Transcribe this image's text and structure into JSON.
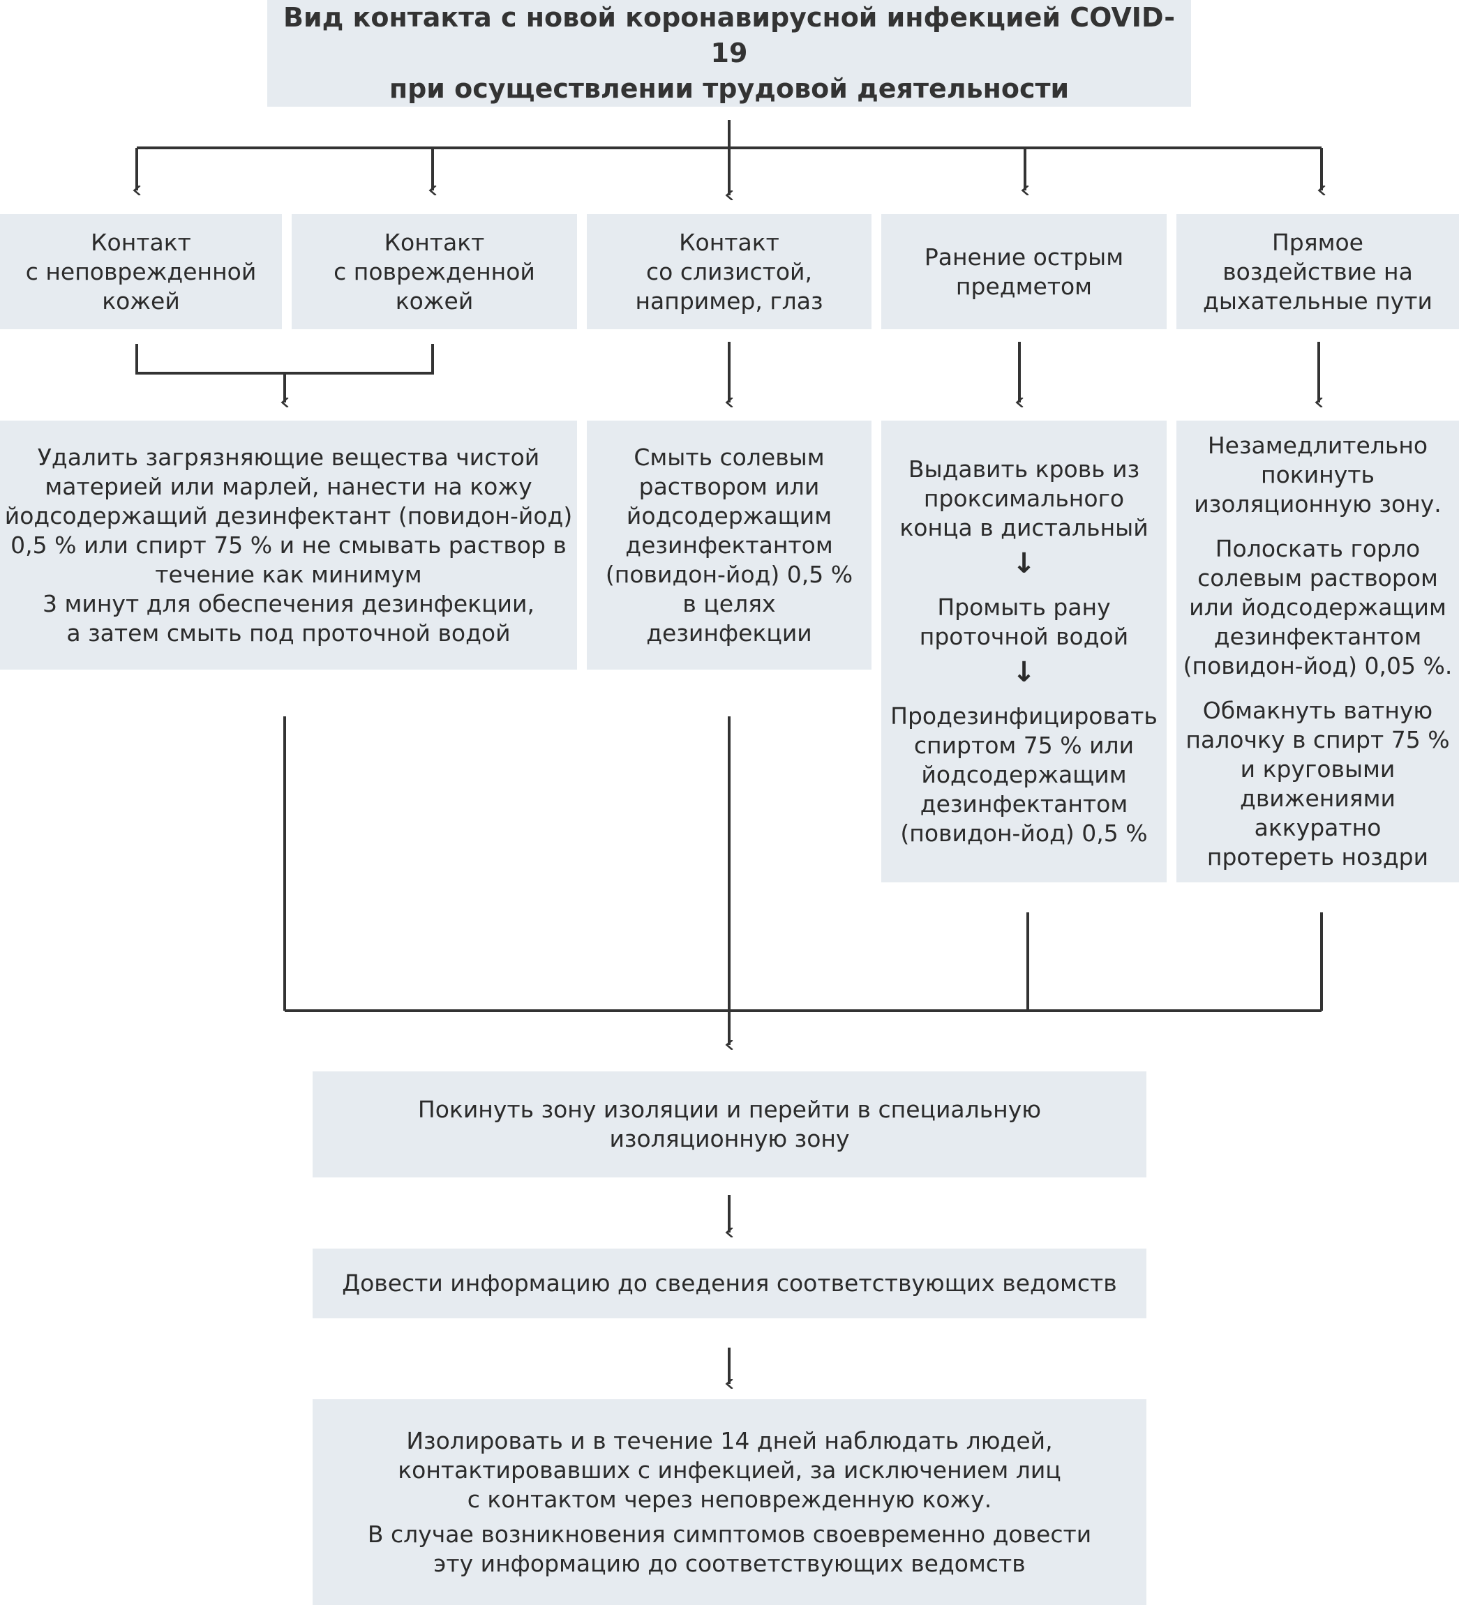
{
  "title": "Вид контакта с новой коронавирусной инфекцией COVID-19\nпри осуществлении трудовой деятельности",
  "contacts": [
    "Контакт\nс неповрежденной\nкожей",
    "Контакт\nс поврежденной\nкожей",
    "Контакт\nсо слизистой,\nнапример, глаз",
    "Ранение острым\nпредметом",
    "Прямое\nвоздействие на\nдыхательные пути"
  ],
  "actions": {
    "skin": "Удалить загрязняющие вещества чистой\nматерией или марлей, нанести на кожу\nйодсодержащий дезинфектант (повидон-йод)\n0,5 % или спирт 75 % и не смывать раствор в\nтечение как минимум\n3 минут для обеспечения дезинфекции,\nа затем смыть под проточной водой",
    "mucosa": "Смыть солевым\nраствором или\nйодсодержащим\nдезинфектантом\n(повидон-йод) 0,5 %\nв целях\nдезинфекции",
    "sharp": [
      "Выдавить кровь из\nпроксимального\nконца в дистальный",
      "Промыть рану\nпроточной водой",
      "Продезинфицировать\nспиртом 75 % или\nйодсодержащим\nдезинфектантом\n(повидон-йод) 0,5 %"
    ],
    "respiratory": [
      "Незамедлительно\nпокинуть\nизоляционную зону.",
      "Полоскать горло\nсолевым раствором\nили йодсодержащим\nдезинфектантом\n(повидон-йод) 0,05 %.",
      "Обмакнуть ватную\nпалочку в спирт 75 %\nи круговыми\nдвижениями аккуратно\nпротереть ноздри"
    ]
  },
  "steps": {
    "leave": "Покинуть зону изоляции и перейти в специальную\nизоляционную зону",
    "inform": "Довести информацию до сведения соответствующих ведомств",
    "isolate": [
      "Изолировать и в течение 14 дней наблюдать людей,\nконтактировавших с инфекцией, за исключением лиц\nс контактом через неповрежденную кожу.",
      "В случае возникновения симптомов своевременно довести\nэту информацию до соответствующих ведомств"
    ]
  },
  "arrow_glyph": "↓",
  "colors": {
    "box_fill": "#e6ebf0",
    "line": "#333333",
    "text": "#2b2b2b"
  }
}
